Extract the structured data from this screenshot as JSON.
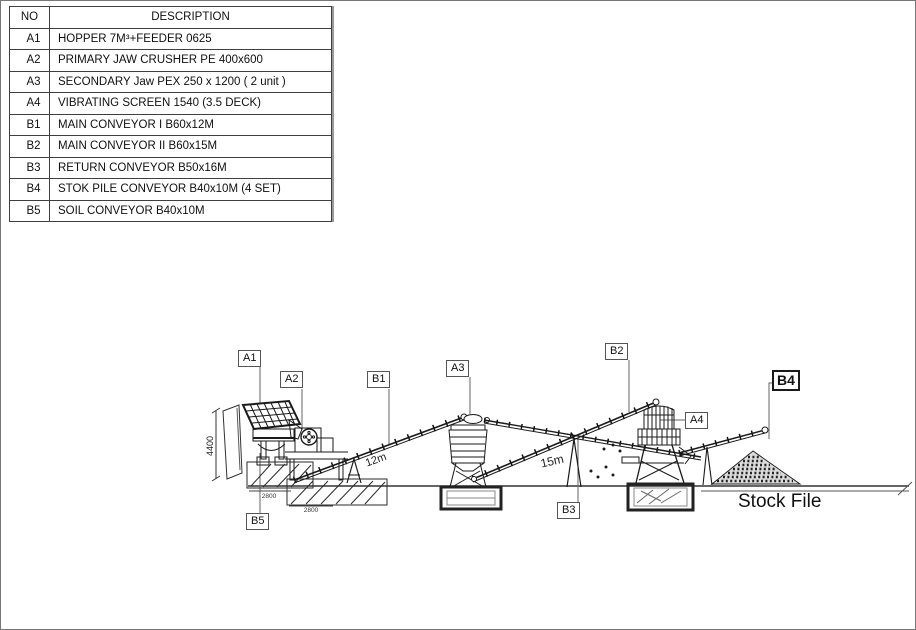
{
  "table": {
    "headers": [
      "NO",
      "DESCRIPTION"
    ],
    "rows": [
      {
        "no": "A1",
        "description": "HOPPER 7M³+FEEDER 0625"
      },
      {
        "no": "A2",
        "description": "PRIMARY JAW CRUSHER PE 400x600"
      },
      {
        "no": "A3",
        "description": "SECONDARY Jaw PEX 250 x 1200 ( 2 unit )"
      },
      {
        "no": "A4",
        "description": "VIBRATING SCREEN 1540 (3.5 DECK)"
      },
      {
        "no": "B1",
        "description": "MAIN CONVEYOR I B60x12M"
      },
      {
        "no": "B2",
        "description": "MAIN CONVEYOR II B60x15M"
      },
      {
        "no": "B3",
        "description": "RETURN CONVEYOR B50x16M"
      },
      {
        "no": "B4",
        "description": "STOK PILE CONVEYOR B40x10M (4 SET)"
      },
      {
        "no": "B5",
        "description": "SOIL CONVEYOR B40x10M"
      }
    ]
  },
  "diagram": {
    "labels": {
      "a1": "A1",
      "a2": "A2",
      "a3": "A3",
      "a4": "A4",
      "b1": "B1",
      "b2": "B2",
      "b3": "B3",
      "b4": "B4",
      "b5": "B5"
    },
    "dimensions": {
      "hopper_height": "4400",
      "foundation1": "2800",
      "foundation2": "2800",
      "conveyor_b1_length": "12m",
      "conveyor_b2_length": "15m"
    },
    "stock_pile_caption": "Stock File",
    "colors": {
      "ink": "#1a1a1a",
      "leader": "#666666",
      "pile_fill": "#dcdcdc"
    }
  }
}
